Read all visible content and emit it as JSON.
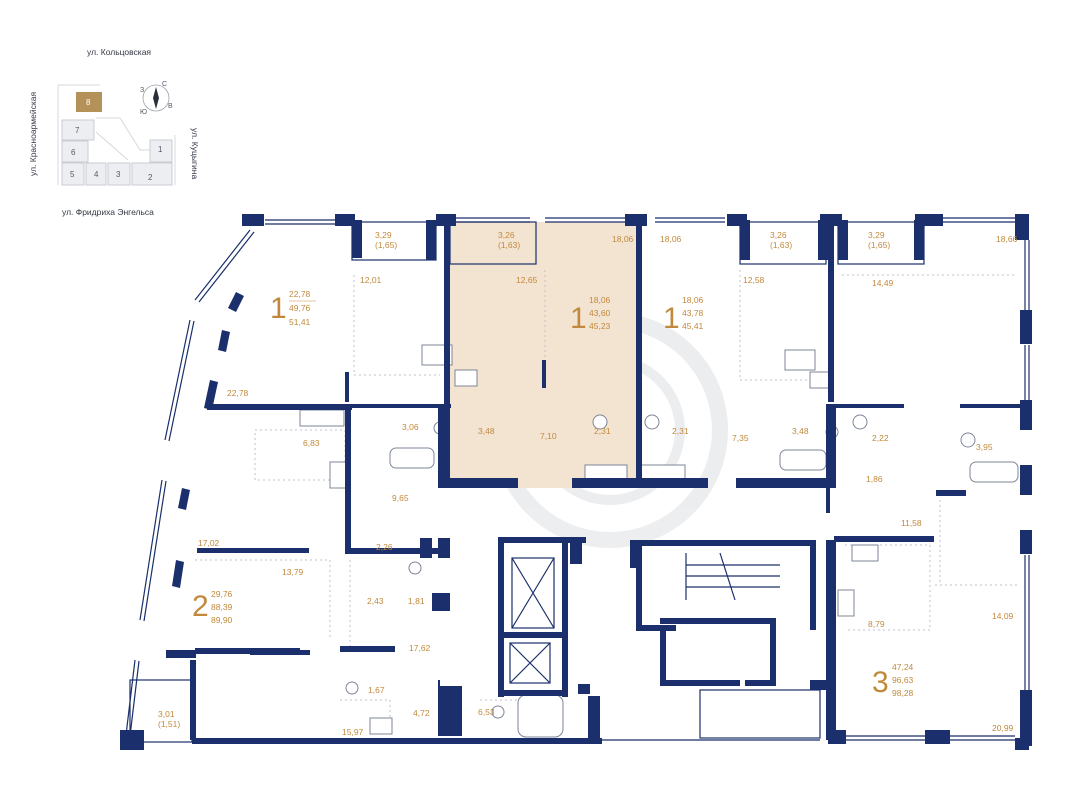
{
  "site_map": {
    "streets": {
      "top": "ул. Кольцовская",
      "left": "ул. Красноармейская",
      "right": "ул. Куцыгина",
      "bottom": "ул. Фридриха Энгельса"
    },
    "compass": [
      "С",
      "В",
      "Ю",
      "З"
    ],
    "blocks": [
      "1",
      "2",
      "3",
      "4",
      "5",
      "6",
      "7",
      "8"
    ],
    "current_block": "8",
    "highlight_color": "#b5915a"
  },
  "colors": {
    "walls": "#1a2f6b",
    "labels": "#c2893c",
    "selected_unit": "#f3e3d1"
  },
  "apartments": [
    {
      "rooms": "1",
      "areas": [
        "22,78",
        "49,76",
        "51,41"
      ]
    },
    {
      "rooms": "1",
      "areas": [
        "18,06",
        "43,60",
        "45,23"
      ]
    },
    {
      "rooms": "1",
      "areas": [
        "18,06",
        "43,78",
        "45,41"
      ]
    },
    {
      "rooms": "2",
      "areas": [
        "29,76",
        "88,39",
        "89,90"
      ]
    },
    {
      "rooms": "3",
      "areas": [
        "47,24",
        "96,63",
        "98,28"
      ]
    }
  ],
  "room_labels": [
    "3,29\n(1,65)",
    "3,26\n(1,63)",
    "18,06",
    "18,06",
    "3,26\n(1,63)",
    "3,29\n(1,65)",
    "18,66",
    "12,01",
    "12,65",
    "12,58",
    "14,49",
    "22,78",
    "3,06",
    "3,48",
    "7,10",
    "2,31",
    "2,31",
    "7,35",
    "3,48",
    "2,22",
    "3,95",
    "6,83",
    "9,65",
    "1,86",
    "11,58",
    "17,02",
    "2,26",
    "13,79",
    "2,43",
    "1,81",
    "17,62",
    "8,79",
    "14,09",
    "1,67",
    "4,72",
    "6,53",
    "20,99",
    "3,01\n(1,51)",
    "15,97"
  ]
}
